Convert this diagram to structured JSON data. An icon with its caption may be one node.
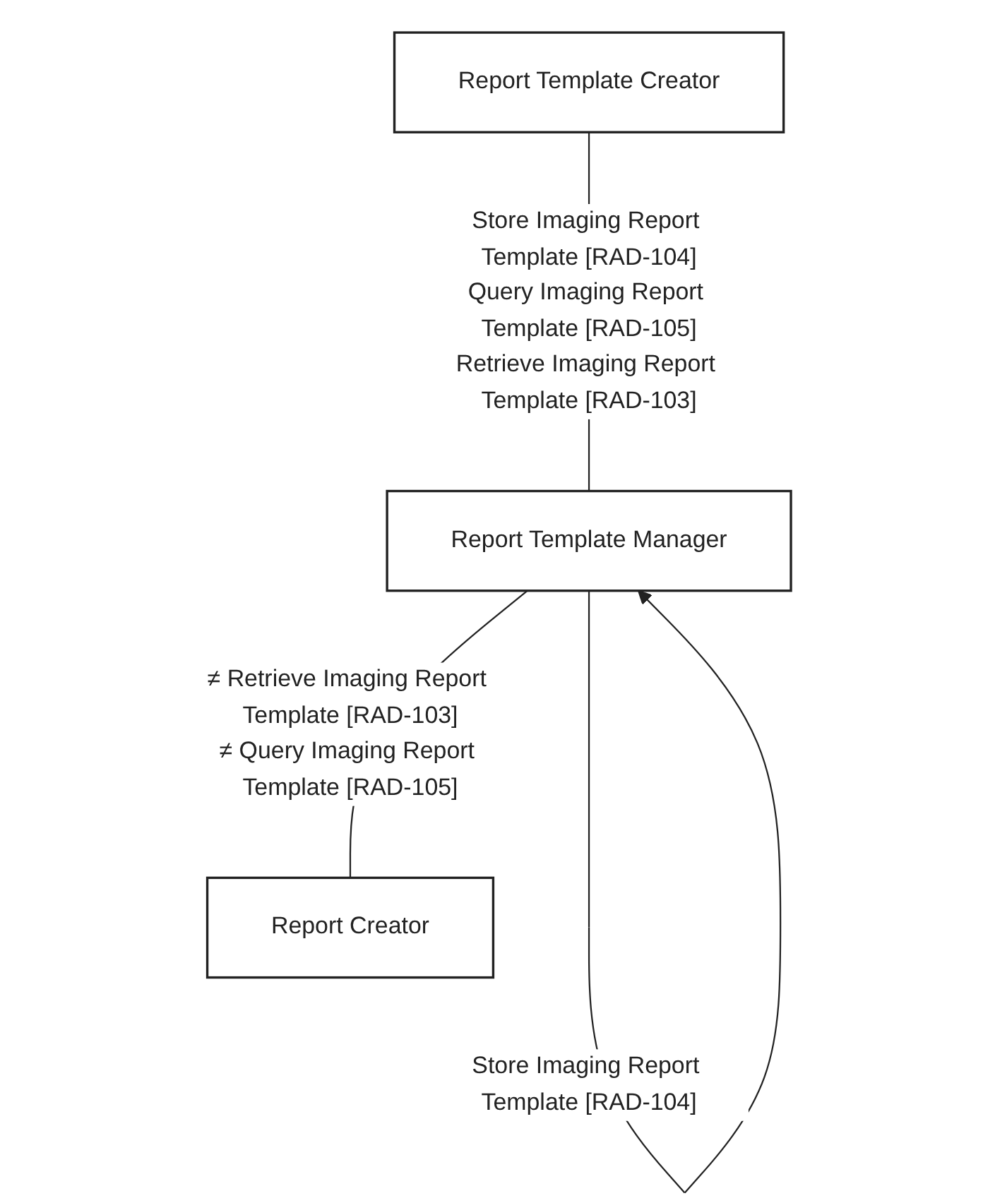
{
  "diagram": {
    "nodes": [
      {
        "text": [
          "Report Template Creator"
        ]
      },
      {
        "text": [
          "Report Template Manager"
        ]
      },
      {
        "text": [
          "Report Creator"
        ]
      }
    ],
    "edges": [
      {
        "from": 0,
        "to": 1,
        "arrow": "none",
        "label": [
          "Store Imaging Report Template [RAD-104]",
          "Query Imaging Report Template [RAD-105]",
          "Retrieve Imaging Report Template [RAD-103]"
        ]
      },
      {
        "from": 1,
        "to": 1,
        "arrow": "to",
        "label": "Store Imaging Report Template [RAD-104]"
      },
      {
        "from": 1,
        "to": 2,
        "arrow": "none",
        "label": [
          "≠ Retrieve Imaging Report Template [RAD-103]",
          "≠ Query Imaging Report Template [RAD-105]"
        ]
      }
    ]
  }
}
